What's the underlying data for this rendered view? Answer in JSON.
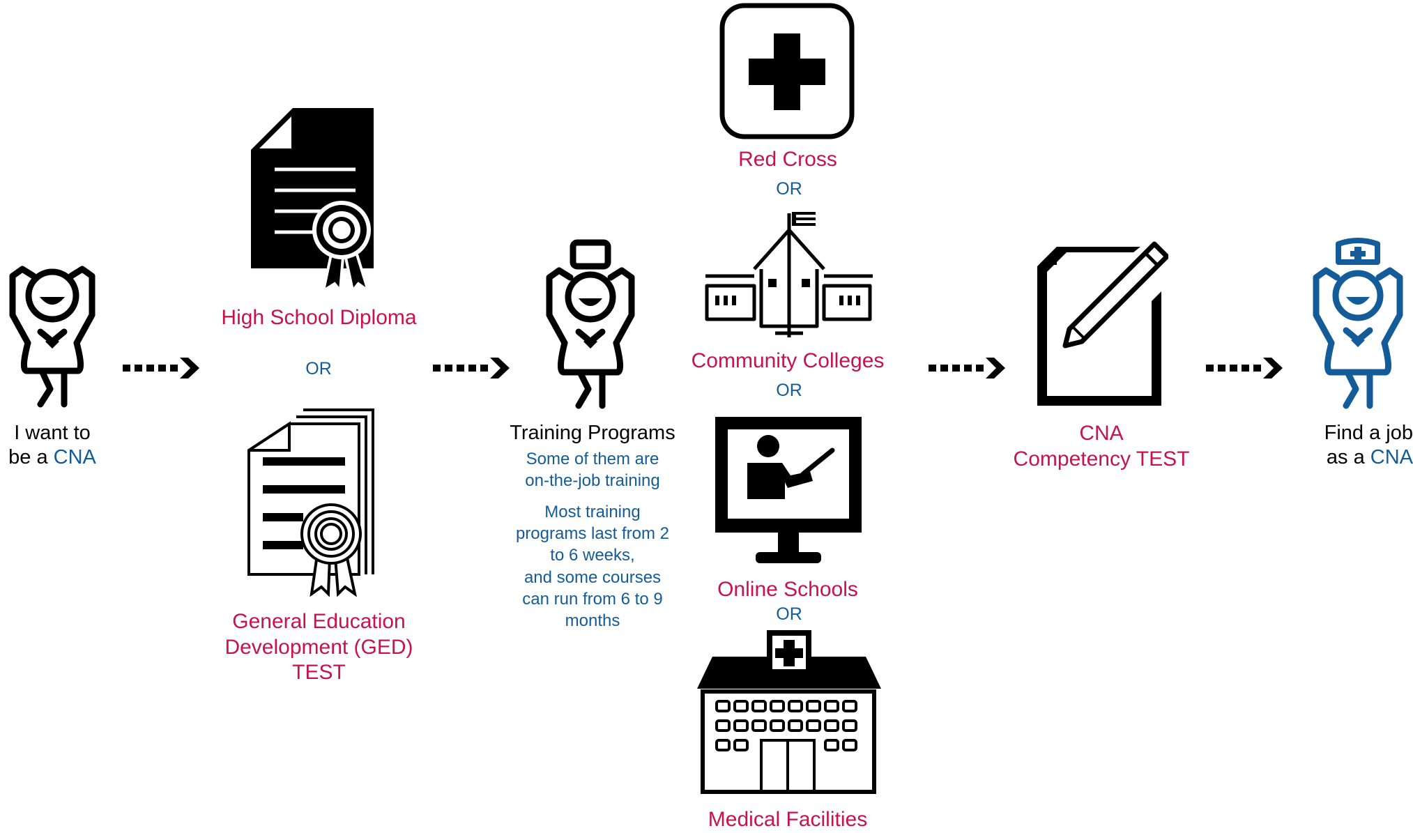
{
  "colors": {
    "red": "#c8124e",
    "blue": "#135c99",
    "black": "#000000"
  },
  "start": {
    "line1": "I want to",
    "line2_prefix": "be a ",
    "line2_highlight": "CNA"
  },
  "prerequisites": {
    "option1": "High School Diploma",
    "or": "OR",
    "option2_line1": "General Education",
    "option2_line2": "Development (GED)",
    "option2_line3": "TEST"
  },
  "training": {
    "title": "Training Programs",
    "note1_line1": "Some of them are",
    "note1_line2": "on-the-job training",
    "note2_lines": [
      "Most training",
      "programs last from 2",
      "to 6 weeks,",
      "and some courses",
      "can run from 6 to 9",
      "months"
    ]
  },
  "providers": {
    "items": [
      "Red Cross",
      "Community Colleges",
      "Online Schools",
      "Medical Facilities"
    ],
    "or": "OR"
  },
  "exam": {
    "line1": "CNA",
    "line2": "Competency TEST"
  },
  "goal": {
    "line1": "Find a job",
    "line2_prefix": "as a ",
    "line2_highlight": "CNA"
  },
  "icons": [
    "person-icon",
    "diploma-icon",
    "certificate-icon",
    "student-icon",
    "red-cross-icon",
    "college-icon",
    "online-class-icon",
    "hospital-icon",
    "test-pencil-icon",
    "nurse-icon",
    "arrow-icon"
  ]
}
